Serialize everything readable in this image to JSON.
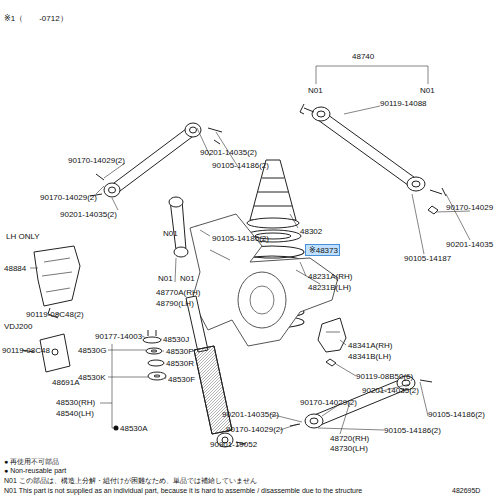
{
  "diagram": {
    "nodes": [
      {
        "text": [
          "※48373"
        ]
      }
    ],
    "labels": [
      "※1（　　-0712）",
      "48740",
      "N01",
      "N01",
      "90119-14088",
      "90170-14029(2)",
      "90201-14035(2)",
      "90105-14186(2)",
      "90170-14029(2)",
      "90201-14035(2)",
      "90170-14029",
      "90201-14035",
      "90105-14187",
      "48302",
      "LH ONLY",
      "N01",
      "90105-14186(2)",
      "48884",
      "48231A(RH)",
      "48231B(LH)",
      "N01",
      "N01",
      "48770A(RH)",
      "48790(LH)",
      "90119-08C48(2)",
      "VDJ200",
      "90177-14003",
      "48530J",
      "48530G",
      "48530P",
      "48530R",
      "48530K",
      "48530F",
      "48341A(RH)",
      "48341B(LH)",
      "90119-08C48",
      "48691A",
      "90119-08B50(6)",
      "48530(RH)",
      "48540(LH)",
      "90201-14035(2)",
      "90170-14029(2)",
      "90201-14035(2)",
      "90105-14186(2)",
      "90170-14029(2)",
      "90105-14186(2)",
      "48530A",
      "90901-19052",
      "48720(RH)",
      "48730(LH)",
      "● 再使用不可部品",
      "● Non-reusable part",
      "N01 この部品は、構造上分解・組付けが困難なため、単品では補給していません",
      "N01 This part is not supplied as an individual part, because it is hard to assemble / disassemble due to the structure",
      "482695D"
    ]
  }
}
